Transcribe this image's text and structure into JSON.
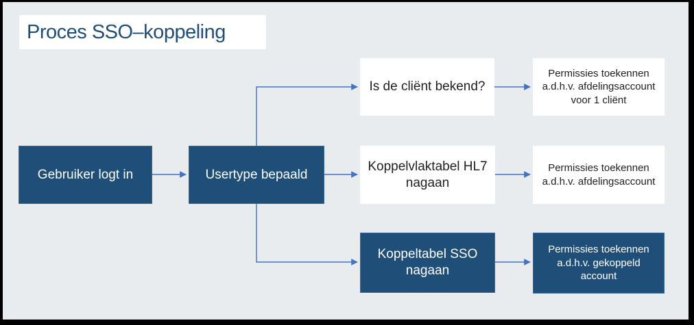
{
  "title": "Proces SSO–koppeling",
  "colors": {
    "frame_border": "#000000",
    "background": "#e8ecef",
    "node_dark_fill": "#1f4e79",
    "node_dark_text": "#ffffff",
    "node_light_fill": "#ffffff",
    "node_light_text": "#1f1f1f",
    "title_text": "#1f4e79",
    "connector": "#4472c4"
  },
  "nodes": {
    "login": {
      "label": "Gebruiker logt in",
      "variant": "dark"
    },
    "usertype": {
      "label": "Usertype bepaald",
      "variant": "dark"
    },
    "client_known": {
      "label": "Is de cliënt bekend?",
      "variant": "light"
    },
    "hl7_table": {
      "label": "Koppelvlaktabel HL7 nagaan",
      "variant": "light"
    },
    "sso_table": {
      "label": "Koppeltabel SSO nagaan",
      "variant": "dark"
    },
    "perm_client": {
      "label": "Permissies toekennen a.d.h.v. afdelingsaccount voor 1 cliënt",
      "variant": "light"
    },
    "perm_afdeling": {
      "label": "Permissies toekennen a.d.h.v. afdelingsaccount",
      "variant": "light"
    },
    "perm_gekoppeld": {
      "label": "Permissies toekennen a.d.h.v. gekoppeld account",
      "variant": "dark"
    }
  },
  "edges": [
    {
      "from": "Gebruiker logt in",
      "to": "Usertype bepaald"
    },
    {
      "from": "Usertype bepaald",
      "to": "Is de cliënt bekend?"
    },
    {
      "from": "Usertype bepaald",
      "to": "Koppelvlaktabel HL7 nagaan"
    },
    {
      "from": "Usertype bepaald",
      "to": "Koppeltabel SSO nagaan"
    },
    {
      "from": "Is de cliënt bekend?",
      "to": "Permissies toekennen a.d.h.v. afdelingsaccount voor 1 cliënt"
    },
    {
      "from": "Koppelvlaktabel HL7 nagaan",
      "to": "Permissies toekennen a.d.h.v. afdelingsaccount"
    },
    {
      "from": "Koppeltabel SSO nagaan",
      "to": "Permissies toekennen a.d.h.v. gekoppeld account"
    }
  ]
}
